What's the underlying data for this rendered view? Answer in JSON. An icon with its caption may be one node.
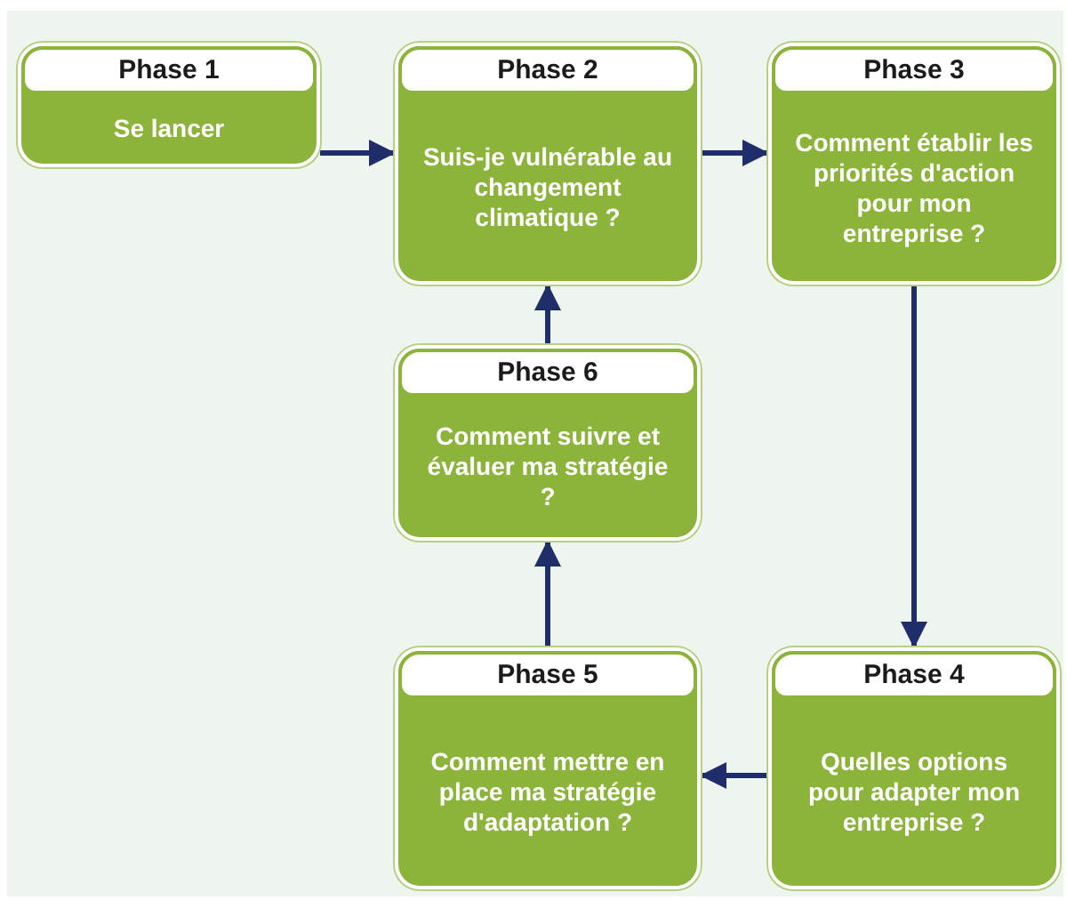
{
  "diagram": {
    "nodes": [
      {
        "text": [
          "Phase 1",
          "Se lancer"
        ]
      },
      {
        "text": [
          "Phase 2",
          "Suis-je vulnérable au changement climatique ?"
        ]
      },
      {
        "text": [
          "Phase 3",
          "Comment établir les priorités d'action pour mon entreprise ?"
        ]
      },
      {
        "text": [
          "Phase 4",
          "Quelles options pour adapter mon entreprise ?"
        ]
      },
      {
        "text": [
          "Phase 5",
          "Comment mettre en place ma stratégie d'adaptation ?"
        ]
      },
      {
        "text": [
          "Phase 6",
          "Comment suivre et évaluer ma stratégie ?"
        ]
      }
    ],
    "edges": [
      {
        "from": 0,
        "to": 1,
        "arrow": "to"
      },
      {
        "from": 1,
        "to": 2,
        "arrow": "to"
      },
      {
        "from": 2,
        "to": 3,
        "arrow": "to"
      },
      {
        "from": 3,
        "to": 4,
        "arrow": "to"
      },
      {
        "from": 4,
        "to": 5,
        "arrow": "to"
      },
      {
        "from": 5,
        "to": 1,
        "arrow": "to"
      }
    ]
  }
}
